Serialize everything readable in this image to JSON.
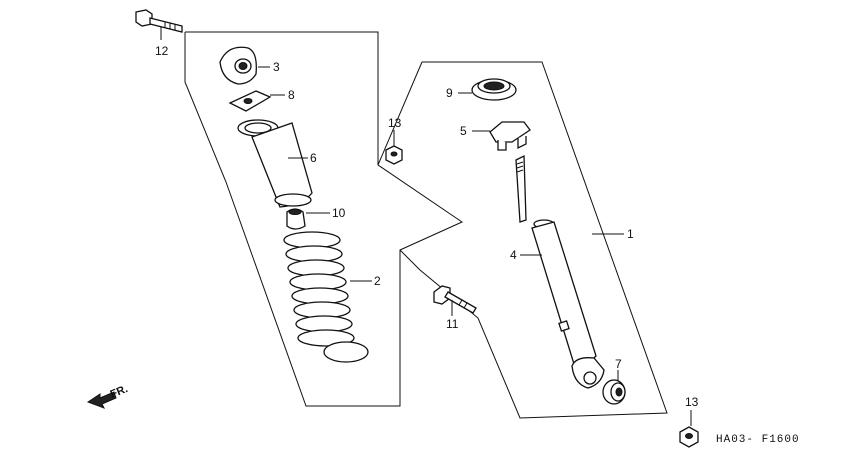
{
  "diagram_code": "HA03- F1600",
  "direction_label": "FR.",
  "part_labels": {
    "p1": "1",
    "p2": "2",
    "p3": "3",
    "p4": "4",
    "p5": "5",
    "p6": "6",
    "p7": "7",
    "p8": "8",
    "p9": "9",
    "p10": "10",
    "p11": "11",
    "p12": "12",
    "p13a": "13",
    "p13b": "13"
  }
}
